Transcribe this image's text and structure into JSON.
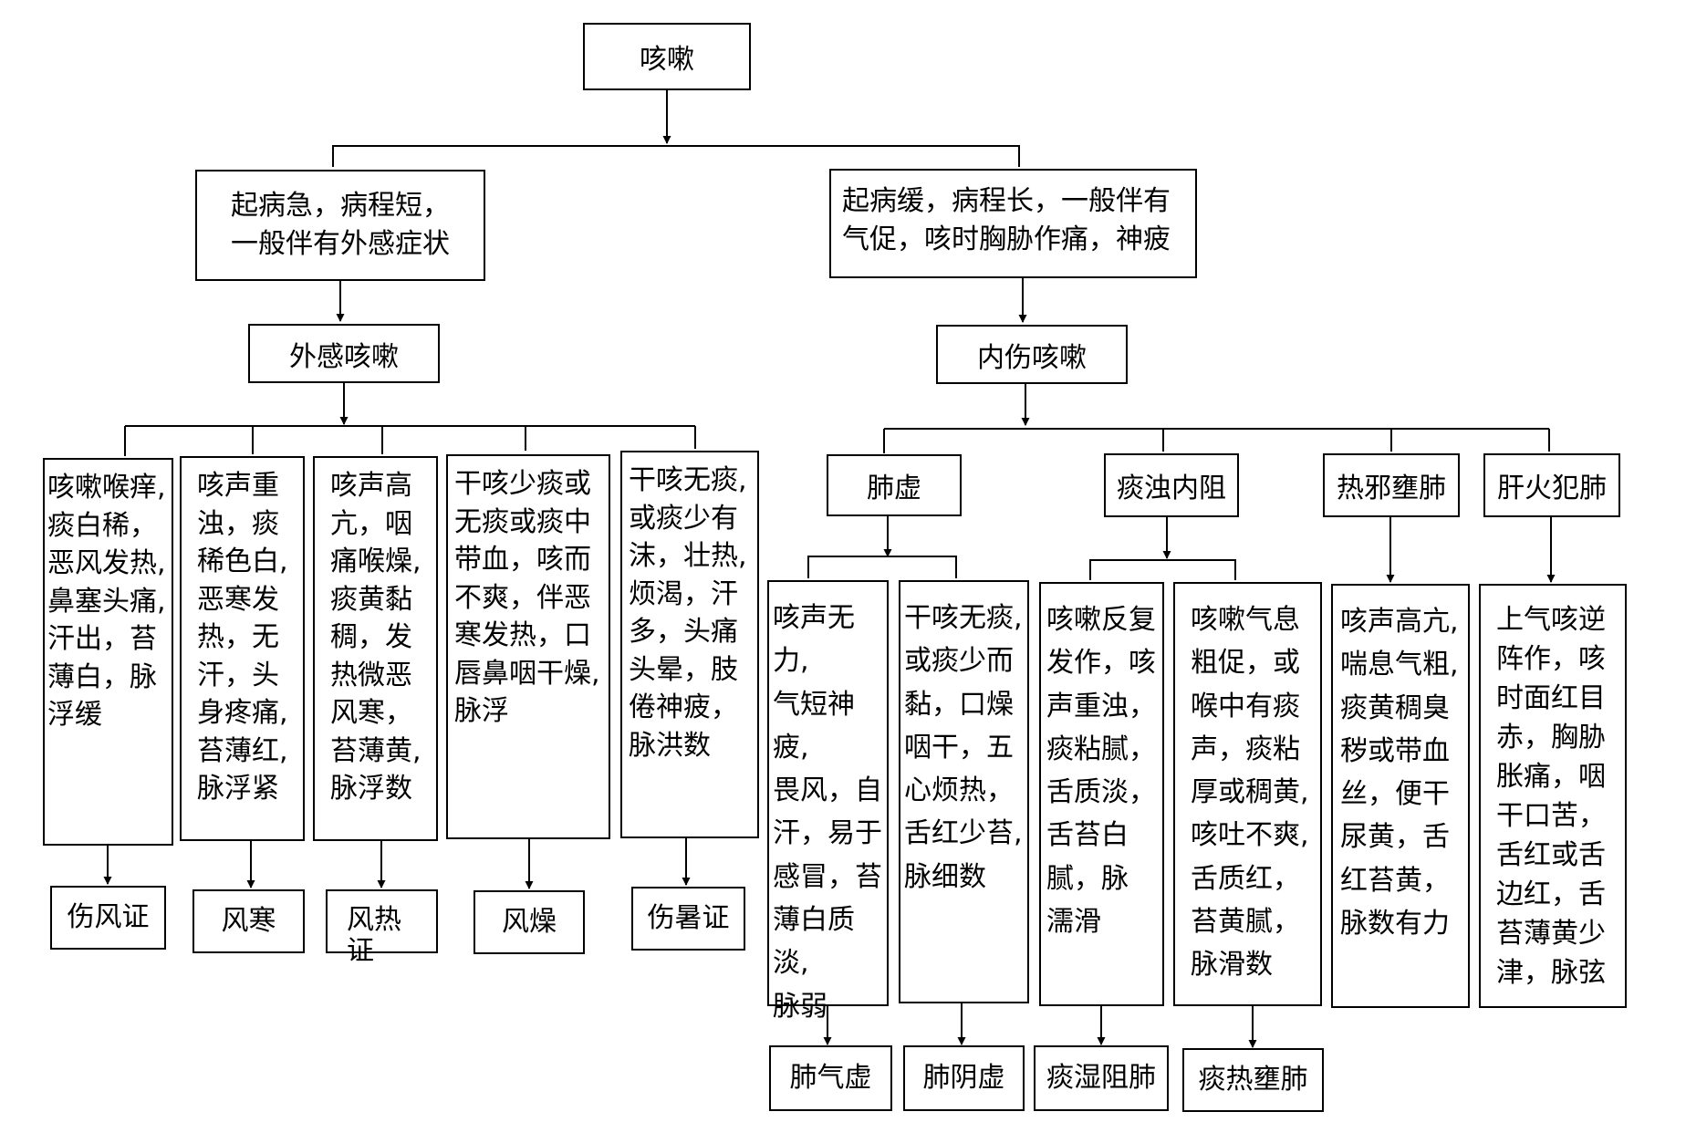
{
  "root": {
    "label": "咳嗽"
  },
  "branches": {
    "left": {
      "criteria": "起病急，病程短，\n一般伴有外感症状",
      "category": "外感咳嗽",
      "types": [
        {
          "symptoms": "咳嗽喉痒,\n痰白稀，\n恶风发热,\n鼻塞头痛,\n汗出，苔\n薄白，脉\n浮缓",
          "result": "伤风证"
        },
        {
          "symptoms": "咳声重\n浊，痰\n稀色白,\n恶寒发\n热，无\n汗，头\n身疼痛,\n苔薄红,\n脉浮紧",
          "result": "风寒"
        },
        {
          "symptoms": "咳声高\n亢，咽\n痛喉燥,\n痰黄黏\n稠，发\n热微恶\n风寒，\n苔薄黄,\n脉浮数",
          "result": "风热\n证"
        },
        {
          "symptoms": "干咳少痰或\n无痰或痰中\n带血，咳而\n不爽，伴恶\n寒发热，口\n唇鼻咽干燥,\n脉浮",
          "result": "风燥"
        },
        {
          "symptoms": "干咳无痰,\n或痰少有\n沫，壮热,\n烦渴，汗\n多，头痛\n头晕，肢\n倦神疲，\n脉洪数",
          "result": "伤暑证"
        }
      ]
    },
    "right": {
      "criteria": "起病缓，病程长，一般伴有\n气促，咳时胸胁作痛，神疲",
      "category": "内伤咳嗽",
      "groups": [
        {
          "label": "肺虚",
          "types": [
            {
              "symptoms": "咳声无力,\n气短神疲,\n畏风，自\n汗，易于\n感冒，苔\n薄白质淡,\n脉弱",
              "result": "肺气虚"
            },
            {
              "symptoms": "干咳无痰,\n或痰少而\n黏，口燥\n咽干，五\n心烦热，\n舌红少苔,\n脉细数",
              "result": "肺阴虚"
            }
          ]
        },
        {
          "label": "痰浊内阻",
          "types": [
            {
              "symptoms": "咳嗽反复\n发作，咳\n声重浊，\n痰粘腻，\n舌质淡，\n舌苔白\n腻，脉\n濡滑",
              "result": "痰湿阻肺"
            },
            {
              "symptoms": "咳嗽气息\n粗促，或\n喉中有痰\n声，痰粘\n厚或稠黄,\n咳吐不爽,\n舌质红，\n苔黄腻，\n脉滑数",
              "result": "痰热壅肺"
            }
          ]
        },
        {
          "label": "热邪壅肺",
          "symptoms": "咳声高亢,\n喘息气粗,\n痰黄稠臭\n秽或带血\n丝，便干\n尿黄，舌\n红苔黄，\n脉数有力"
        },
        {
          "label": "肝火犯肺",
          "symptoms": "上气咳逆\n阵作，咳\n时面红目\n赤，胸胁\n胀痛，咽\n干口苦，\n舌红或舌\n边红，舌\n苔薄黄少\n津，脉弦"
        }
      ]
    }
  }
}
